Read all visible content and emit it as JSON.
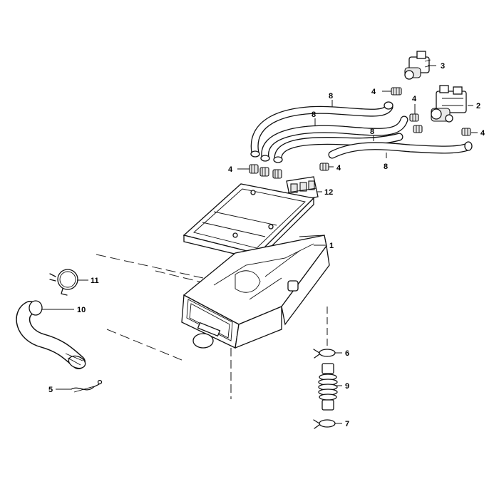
{
  "diagram": {
    "callouts": {
      "c1": "1",
      "c2": "2",
      "c3": "3",
      "c4a": "4",
      "c4b": "4",
      "c4c": "4",
      "c4d": "4",
      "c4e": "4",
      "c5": "5",
      "c6": "6",
      "c7": "7",
      "c8a": "8",
      "c8b": "8",
      "c8c": "8",
      "c8d": "8",
      "c9": "9",
      "c10": "10",
      "c11": "11",
      "c12": "12"
    }
  }
}
